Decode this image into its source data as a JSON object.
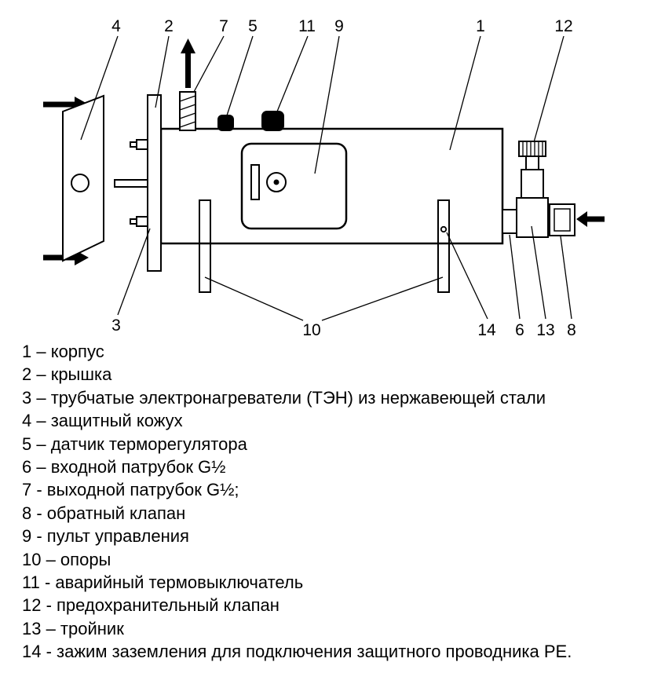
{
  "figure": {
    "callouts": {
      "c1": "1",
      "c2": "2",
      "c3": "3",
      "c4": "4",
      "c5": "5",
      "c6": "6",
      "c7": "7",
      "c8": "8",
      "c9": "9",
      "c10": "10",
      "c11": "11",
      "c12": "12",
      "c13": "13",
      "c14": "14"
    }
  },
  "legend": {
    "items": [
      "1 – корпус",
      "2 – крышка",
      "3 – трубчатые электронагреватели (ТЭН) из нержавеющей стали",
      "4 – защитный кожух",
      "5 – датчик терморегулятора",
      "6 – входной патрубок G½",
      "7 - выходной патрубок G½;",
      "8 - обратный клапан",
      "9 - пульт управления",
      "10 – опоры",
      "11 - аварийный термовыключатель",
      "12 - предохранительный клапан",
      "13 – тройник",
      "14 - зажим заземления для подключения защитного проводника PE."
    ]
  }
}
